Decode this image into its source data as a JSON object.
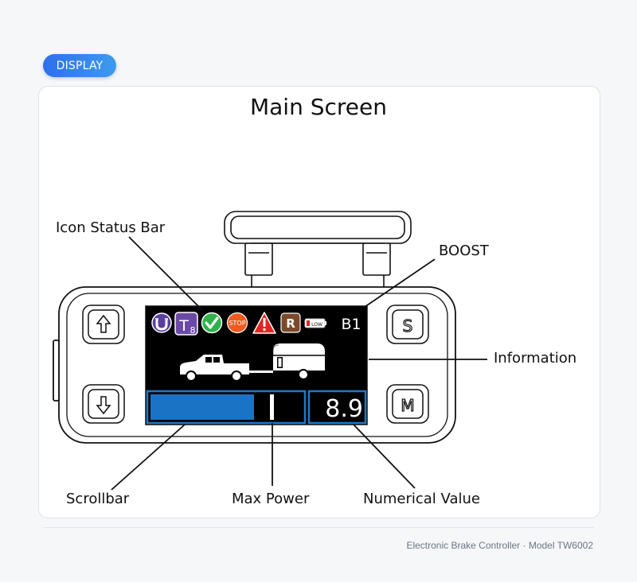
{
  "badge": "DISPLAY",
  "title": "Main Screen",
  "labels": {
    "icon_status_bar": "Icon Status Bar",
    "boost": "BOOST",
    "information": "Information",
    "scrollbar": "Scrollbar",
    "max_power": "Max Power",
    "numerical_value": "Numerical Value"
  },
  "screen": {
    "boost_level": "B1",
    "value": "8.9",
    "scroll_fill": 0.8,
    "icons": [
      "T8",
      "STOP",
      "R",
      "LOW"
    ]
  },
  "buttons": {
    "s": "S",
    "m": "M"
  },
  "footer": "Electronic Brake Controller · Model TW6002",
  "colors": {
    "badge": "#3b82f6",
    "scrollbar_fill": "#1a73c4",
    "screen_frame": "#1f78c8",
    "screen_bg": "#000000",
    "check_green": "#2fb24a",
    "stop_orange": "#f05a1e",
    "warning_red": "#e52421",
    "r_brown": "#7a4a2a",
    "t8_purple": "#6b4aa6"
  }
}
